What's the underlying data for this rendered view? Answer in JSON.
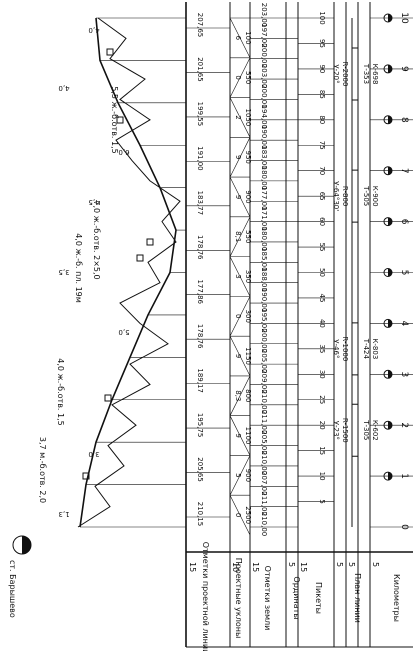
{
  "station_label": "ст. Барышево",
  "header": {
    "design_line_elevations": "Отметки проектной линии",
    "design_grades": "Проектные уклоны",
    "ground_elevations": "Отметки земли",
    "ordinates": "Ординаты",
    "pickets": "Пикеты",
    "line_plan": "План линии",
    "kilometers": "Километры"
  },
  "row_sizes": {
    "design_line_elevations": "15",
    "design_grades": "10",
    "ground_elevations": "15",
    "ordinates": "5",
    "pickets": "15",
    "plan_a": "5",
    "plan_b": "5",
    "kilometers": "5"
  },
  "kilometers": [
    "0",
    "1",
    "2",
    "3",
    "4",
    "5",
    "6",
    "7",
    "8",
    "9",
    "10"
  ],
  "pickets": [
    "5",
    "10",
    "15",
    "20",
    "25",
    "30",
    "35",
    "40",
    "45",
    "50",
    "55",
    "60",
    "65",
    "70",
    "75",
    "80",
    "85",
    "90",
    "95",
    "100"
  ],
  "ground_elevations": [
    "210,00",
    "211,00",
    "207,00",
    "210,00",
    "205,00",
    "211,00",
    "210,00",
    "209,00",
    "205,00",
    "200,00",
    "195,00",
    "190,00",
    "188,00",
    "185,00",
    "180,00",
    "171,00",
    "177,00",
    "180,00",
    "183,00",
    "190,00",
    "194,00",
    "200,00",
    "203,00",
    "200,00",
    "197,00",
    "203,00"
  ],
  "design_line_elevations": [
    "210,15",
    "205,65",
    "195,75",
    "189,17",
    "178,76",
    "177,86",
    "178,76",
    "183,77",
    "191,00",
    "199,55",
    "201,65",
    "207,65"
  ],
  "design_grades": [
    {
      "grade": "0",
      "length": "2500"
    },
    {
      "grade": "5",
      "length": "900"
    },
    {
      "grade": "9",
      "length": "1100"
    },
    {
      "grade": "8,3",
      "length": "800"
    },
    {
      "grade": "9",
      "length": "1150"
    },
    {
      "grade": "0",
      "length": "300"
    },
    {
      "grade": "3",
      "length": "350"
    },
    {
      "grade": "8,1",
      "length": "550"
    },
    {
      "grade": "9",
      "length": "900"
    },
    {
      "grade": "9",
      "length": "950"
    },
    {
      "grade": "2",
      "length": "1050"
    },
    {
      "grade": "0",
      "length": "550"
    },
    {
      "grade": "6",
      "length": "100"
    }
  ],
  "curves": [
    {
      "angle": "У-23°",
      "radius": "R-1500",
      "tangent": "Т-305",
      "curve": "К-602"
    },
    {
      "angle": "У-46°",
      "radius": "R-1000",
      "tangent": "Т-424",
      "curve": "К-803"
    },
    {
      "angle": "У-64°30'",
      "radius": "R-800",
      "tangent": "Т-505",
      "curve": "К-900"
    },
    {
      "angle": "У-20°",
      "radius": "R-2000",
      "tangent": "Т-353",
      "curve": "К-698"
    }
  ],
  "structures": [
    {
      "label": "3,7 м.-б.отв. 2,0"
    },
    {
      "label": "4,0 ж.-б.отв. 1,5"
    },
    {
      "label": "4,0 ж.-б. пл. 19м"
    },
    {
      "label": "7,0 ж.-б.отв. 2×5,0"
    },
    {
      "label": "5,5 ж.-б.отв. 1,5"
    }
  ],
  "profile_ordinates": [
    "1,3",
    "3,0",
    "5,0",
    "3,5",
    "4,5",
    "6,0",
    "4,0",
    "4,0"
  ]
}
